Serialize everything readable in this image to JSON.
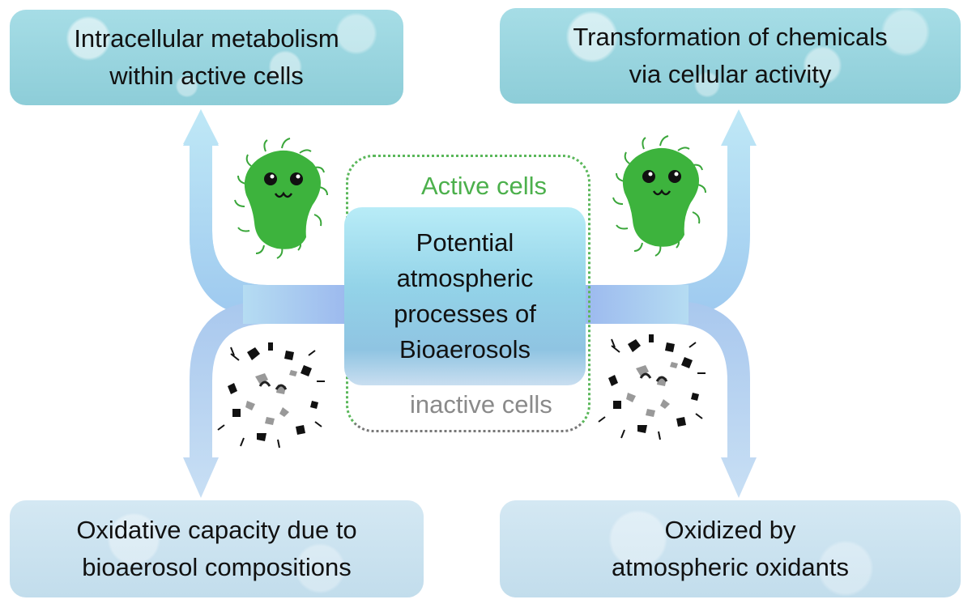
{
  "boxes": {
    "top_left": "Intracellular metabolism\nwithin active cells",
    "top_right": "Transformation of chemicals\nvia cellular activity",
    "bottom_left": "Oxidative capacity due to\nbioaerosol compositions",
    "bottom_right": "Oxidized by\natmospheric oxidants"
  },
  "center": {
    "title": "Potential\natmospheric\nprocesses of\nBioaerosols",
    "active_label": "Active cells",
    "inactive_label": "inactive cells"
  },
  "colors": {
    "active_green": "#4cb04c",
    "arrow_blue": "#a9d8ef",
    "inactive_gray": "#8a8a8a"
  },
  "icons": [
    "active-bacterium-icon",
    "inactive-bacterium-icon"
  ]
}
